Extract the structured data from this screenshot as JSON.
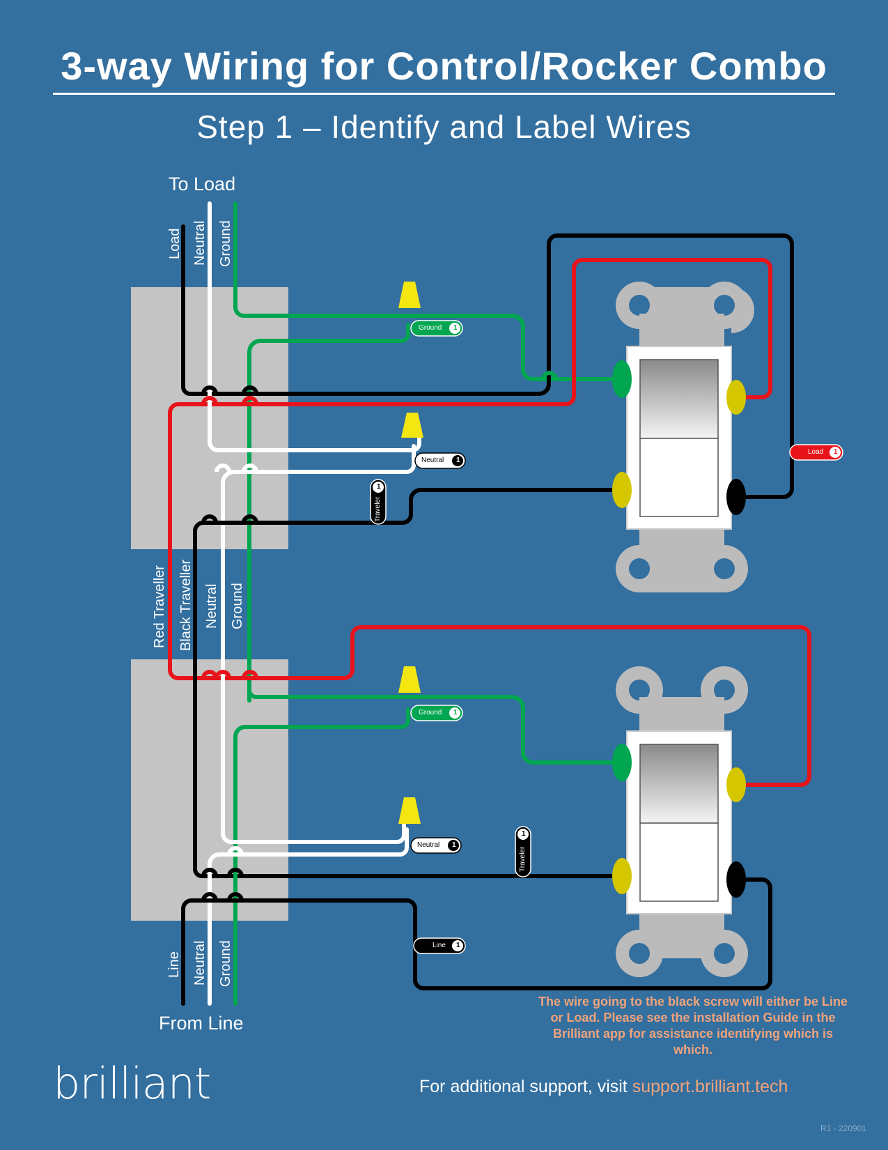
{
  "title": "3-way Wiring for Control/Rocker Combo",
  "subtitle": "Step 1 – Identify and Label Wires",
  "top_cable": {
    "heading": "To Load",
    "wires": [
      "Load",
      "Neutral",
      "Ground"
    ]
  },
  "middle_cable": {
    "wires": [
      "Red Traveller",
      "Black Traveller",
      "Neutral",
      "Ground"
    ]
  },
  "bottom_cable": {
    "heading": "From Line",
    "wires": [
      "Line",
      "Neutral",
      "Ground"
    ]
  },
  "tags": {
    "ground_top": "Ground",
    "neutral_top": "Neutral",
    "traveler_top": "Traveler",
    "load": "Load",
    "ground_bottom": "Ground",
    "neutral_bottom": "Neutral",
    "traveler_bottom": "Traveler",
    "line": "Line",
    "number": "1"
  },
  "note": "The wire going to the black screw will either be Line or Load.  Please see the installation Guide in the Brilliant app for assistance identifying which is which.",
  "support_prefix": "For additional support, visit ",
  "support_url": "support.brilliant.tech",
  "logo": "brilliant",
  "revision": "R1 - 220901",
  "colors": {
    "background": "#336f9f",
    "box": "#c4c4c4",
    "black_wire": "#000000",
    "red_wire": "#e8141b",
    "green_wire": "#00a650",
    "white_wire": "#ffffff",
    "wire_nut": "#f4e611",
    "accent_text": "#f2a37a"
  }
}
